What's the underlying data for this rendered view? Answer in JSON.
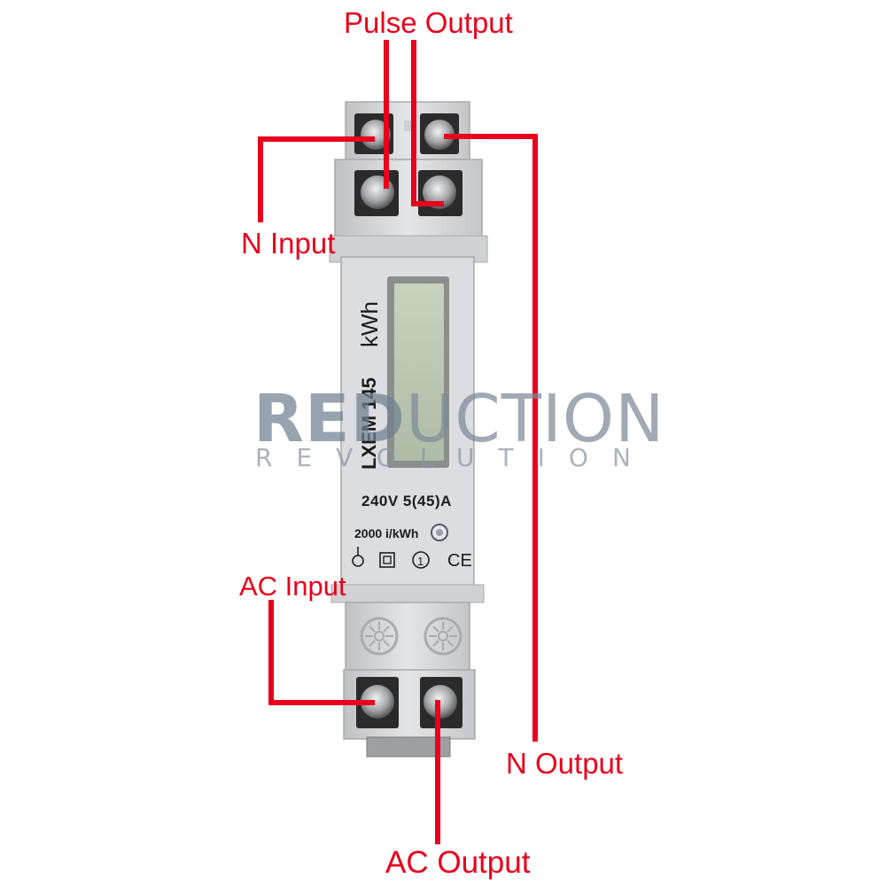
{
  "labels": {
    "pulse_output": "Pulse Output",
    "n_input": "N Input",
    "ac_input": "AC Input",
    "n_output": "N Output",
    "ac_output": "AC Output"
  },
  "meter": {
    "unit": "kWh",
    "model": "LXEM 145",
    "rating": "240V  5(45)A",
    "impulse_rate": "2000 i/kWh",
    "ce_mark": "CE"
  },
  "watermark": {
    "line1_a": "RED",
    "line1_b": "UCTION",
    "line2": "REVOLUTION"
  },
  "colors": {
    "callout_red": "#e8001c",
    "housing_grey": "#d9dadc",
    "lcd_green": "#b8c6b0"
  }
}
